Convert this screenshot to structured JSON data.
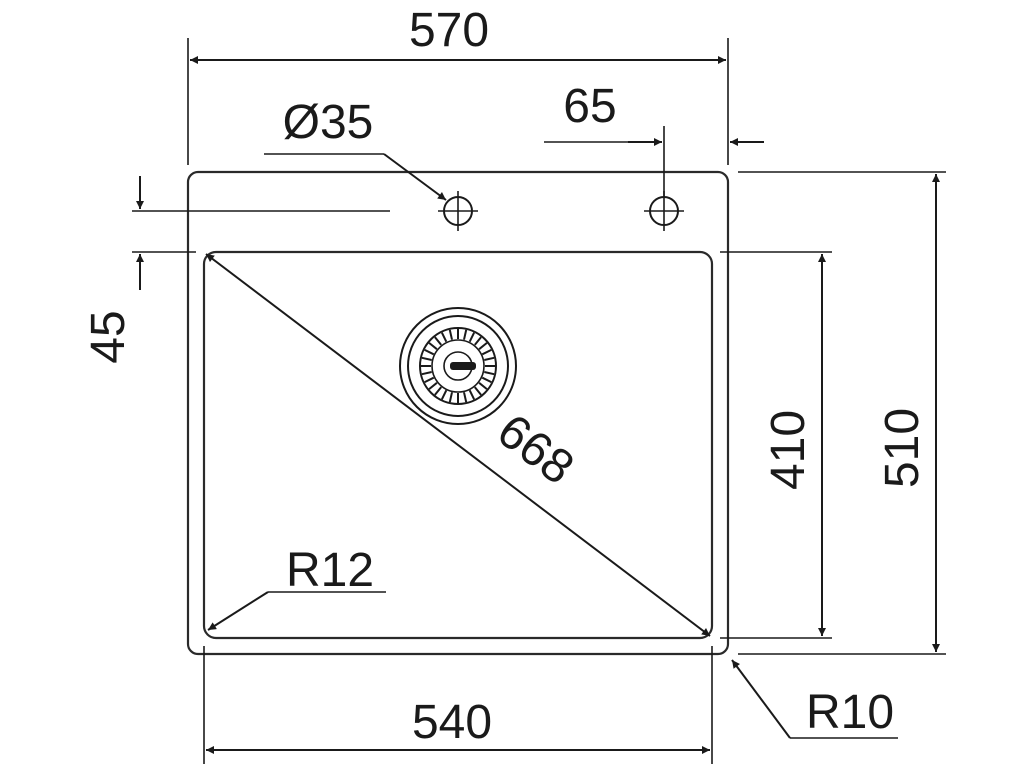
{
  "drawing": {
    "dimensions": {
      "overall_width": "570",
      "tap_hole_diameter": "Ø35",
      "tap_hole_offset": "65",
      "top_ledge": "45",
      "diagonal": "668",
      "bowl_height": "410",
      "overall_height": "510",
      "bowl_corner_radius": "R12",
      "bowl_width": "540",
      "outer_corner_radius": "R10"
    },
    "colors": {
      "line": "#1a1a1a",
      "background": "#ffffff"
    }
  }
}
